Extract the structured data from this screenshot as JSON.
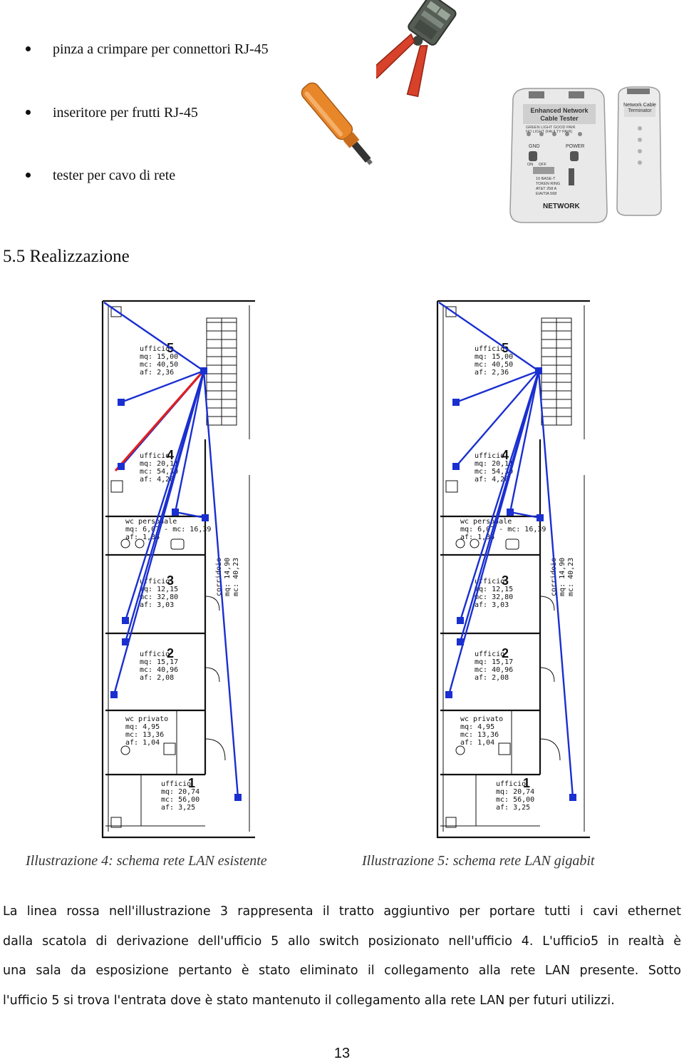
{
  "bullets": [
    {
      "text": "pinza a crimpare per connettori RJ-45"
    },
    {
      "text": "inseritore per frutti RJ-45"
    },
    {
      "text": "tester per cavo di rete"
    }
  ],
  "tool_images": {
    "crimper_icon": "crimping-tool",
    "punchdown_icon": "punch-down-tool",
    "tester": {
      "main_unit": {
        "brand_title": "Enhanced Network Cable Tester",
        "light_legend_1": "GREEN LIGHT GOOD PAIR",
        "light_legend_2": "NO LIGHT (FAULTY PAIR)",
        "gnd": "GND",
        "power": "POWER",
        "on": "ON",
        "off": "OFF",
        "std_1": "10 BASE-T",
        "std_2": "TOKEN RING",
        "std_3": "AT&T 258 A",
        "std_4": "EIA/TIA 568",
        "logo": "NETWORK"
      },
      "remote_unit": {
        "title": "Network Cable Terminator"
      }
    }
  },
  "section_title": "5.5 Realizzazione",
  "floorplans": [
    {
      "caption": "Illustrazione 4: schema rete LAN esistente",
      "has_red_line": true,
      "rooms": [
        {
          "num": "5",
          "l1": "ufficio",
          "l2": "mq: 15,00",
          "l3": "mc: 40,50",
          "l4": "af: 2,36"
        },
        {
          "num": "4",
          "l1": "ufficio",
          "l2": "mq: 20,11",
          "l3": "mc: 54,30",
          "l4": "af: 4,26"
        },
        {
          "num": "3",
          "l1": "ufficio",
          "l2": "mq: 12,15",
          "l3": "mc: 32,80",
          "l4": "af: 3,03"
        },
        {
          "num": "2",
          "l1": "ufficio",
          "l2": "mq: 15,17",
          "l3": "mc: 40,96",
          "l4": "af: 2,08"
        },
        {
          "num": "1",
          "l1": "ufficio",
          "l2": "mq: 20,74",
          "l3": "mc: 56,00",
          "l4": "af: 3,25"
        }
      ],
      "wc_personale": {
        "l1": "wc personale",
        "l2": "mq: 6,07 - mc: 16,39",
        "l3": "af: 1,36"
      },
      "wc_privato": {
        "l1": "wc privato",
        "l2": "mq: 4,95",
        "l3": "mc: 13,36",
        "l4": "af: 1,04"
      },
      "corridoio": {
        "l1": "corridoio",
        "l2": "mq: 14,90",
        "l3": "mc: 40,23"
      }
    },
    {
      "caption": "Illustrazione 5: schema rete LAN gigabit",
      "has_red_line": false,
      "rooms": [
        {
          "num": "5",
          "l1": "ufficio",
          "l2": "mq: 15,00",
          "l3": "mc: 40,50",
          "l4": "af: 2,36"
        },
        {
          "num": "4",
          "l1": "ufficio",
          "l2": "mq: 20,11",
          "l3": "mc: 54,30",
          "l4": "af: 4,26"
        },
        {
          "num": "3",
          "l1": "ufficio",
          "l2": "mq: 12,15",
          "l3": "mc: 32,80",
          "l4": "af: 3,03"
        },
        {
          "num": "2",
          "l1": "ufficio",
          "l2": "mq: 15,17",
          "l3": "mc: 40,96",
          "l4": "af: 2,08"
        },
        {
          "num": "1",
          "l1": "ufficio",
          "l2": "mq: 20,74",
          "l3": "mc: 56,00",
          "l4": "af: 3,25"
        }
      ],
      "wc_personale": {
        "l1": "wc personale",
        "l2": "mq: 6,07 - mc: 16,39",
        "l3": "af: 1,36"
      },
      "wc_privato": {
        "l1": "wc privato",
        "l2": "mq: 4,95",
        "l3": "mc: 13,36",
        "l4": "af: 1,04"
      },
      "corridoio": {
        "l1": "corridoio",
        "l2": "mq: 14,90",
        "l3": "mc: 40,23"
      }
    }
  ],
  "body_lines": [
    "La linea rossa nell'illustrazione 3 rappresenta il tratto aggiuntivo per portare tutti i cavi ethernet",
    "dalla scatola di derivazione dell'ufficio 5 allo switch posizionato nell'ufficio 4. L'ufficio5 in realtà è",
    "una sala da esposizione pertanto è stato eliminato il collegamento alla rete LAN presente. Sotto",
    "l'ufficio 5 si trova l'entrata dove è stato mantenuto il collegamento alla rete LAN per futuri utilizzi."
  ],
  "page_number": "13",
  "colors": {
    "lan_blue": "#1a2fd0",
    "added_red": "#e02020",
    "wall": "#111111",
    "crimper_handle": "#d8412a",
    "punch_tool": "#e8872a",
    "tester_body": "#e9e9e9"
  }
}
